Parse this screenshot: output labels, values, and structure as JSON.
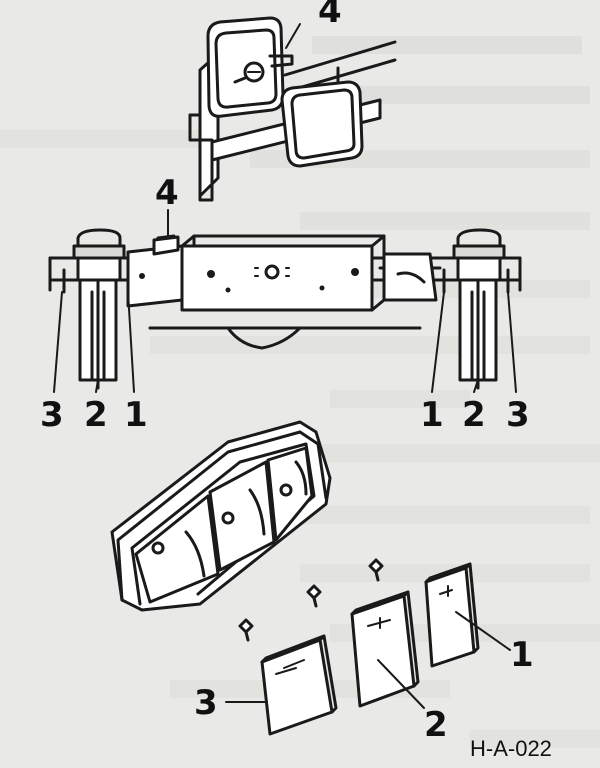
{
  "figure_code": "H-A-022",
  "callouts": {
    "top_4": "4",
    "mid_4": "4",
    "left_3": "3",
    "left_2": "2",
    "left_1": "1",
    "right_1": "1",
    "right_2": "2",
    "right_3": "3",
    "bottom_1": "1",
    "bottom_2": "2",
    "bottom_3": "3"
  }
}
